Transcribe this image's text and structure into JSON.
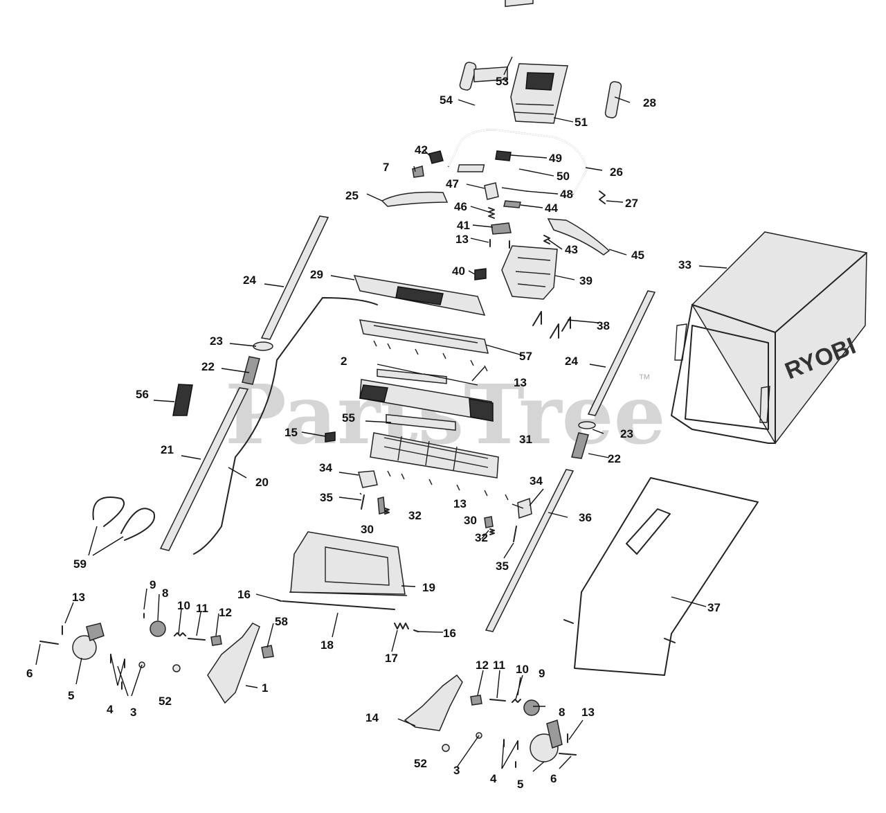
{
  "watermark": {
    "text": "PartsTree",
    "trademark": "™"
  },
  "brand": "RYOBI",
  "labels": {
    "l1": "1",
    "l2": "2",
    "l3a": "3",
    "l3b": "3",
    "l4a": "4",
    "l4b": "4",
    "l5a": "5",
    "l5b": "5",
    "l6a": "6",
    "l6b": "6",
    "l7": "7",
    "l8a": "8",
    "l8b": "8",
    "l9a": "9",
    "l9b": "9",
    "l10a": "10",
    "l10b": "10",
    "l11a": "11",
    "l11b": "11",
    "l12a": "12",
    "l12b": "12",
    "l13a": "13",
    "l13b": "13",
    "l13c": "13",
    "l13d": "13",
    "l13e": "13",
    "l14": "14",
    "l15": "15",
    "l16a": "16",
    "l16b": "16",
    "l17": "17",
    "l18": "18",
    "l19": "19",
    "l20": "20",
    "l21": "21",
    "l22a": "22",
    "l22b": "22",
    "l23a": "23",
    "l23b": "23",
    "l24a": "24",
    "l24b": "24",
    "l25": "25",
    "l26": "26",
    "l27": "27",
    "l28": "28",
    "l29": "29",
    "l30a": "30",
    "l30b": "30",
    "l31": "31",
    "l32a": "32",
    "l32b": "32",
    "l33": "33",
    "l34a": "34",
    "l34b": "34",
    "l35a": "35",
    "l35b": "35",
    "l36": "36",
    "l37": "37",
    "l38": "38",
    "l39": "39",
    "l40": "40",
    "l41": "41",
    "l42": "42",
    "l43": "43",
    "l44": "44",
    "l45": "45",
    "l46": "46",
    "l47": "47",
    "l48": "48",
    "l49": "49",
    "l50": "50",
    "l51": "51",
    "l52a": "52",
    "l52b": "52",
    "l53": "53",
    "l54": "54",
    "l55": "55",
    "l56": "56",
    "l57": "57",
    "l58": "58",
    "l59": "59"
  }
}
